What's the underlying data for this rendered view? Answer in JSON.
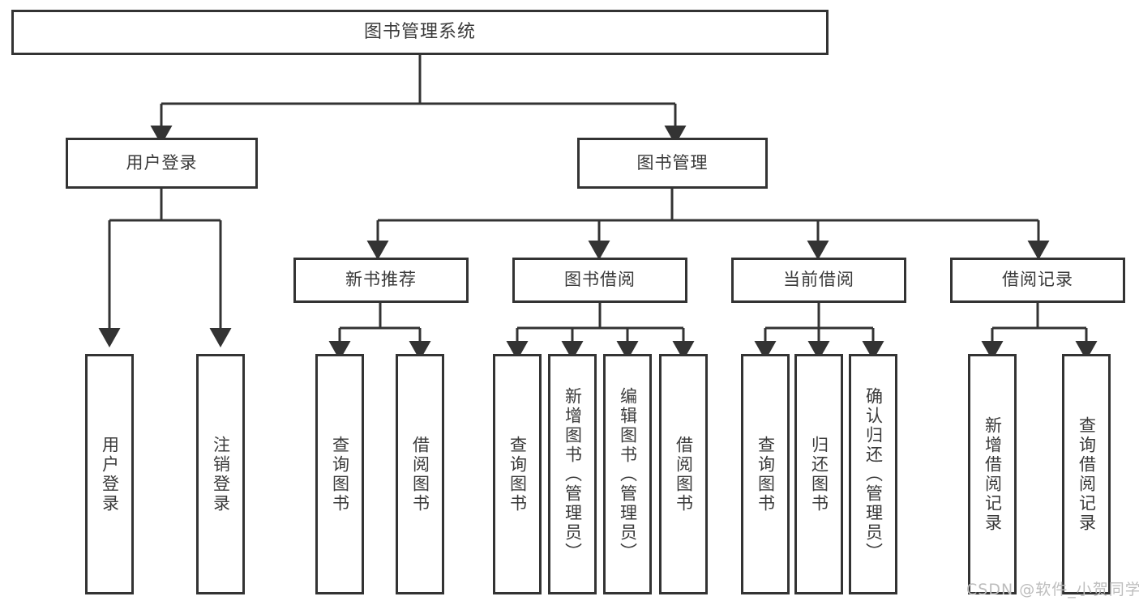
{
  "diagram": {
    "title": "图书管理系统",
    "type": "hierarchy-tree",
    "orientation": "top-down",
    "colors": {
      "box_border": "#333333",
      "box_fill": "#ffffff",
      "text": "#3a3a3a",
      "connector": "#333333",
      "watermark": "#bdbdbd",
      "background": "#ffffff"
    }
  },
  "nodes": {
    "root": {
      "label": "图书管理系统",
      "level": 0
    },
    "level1": [
      {
        "id": "user-login",
        "label": "用户登录"
      },
      {
        "id": "book-management",
        "label": "图书管理"
      }
    ],
    "level2": [
      {
        "id": "new-book-recommend",
        "label": "新书推荐",
        "parent": "book-management"
      },
      {
        "id": "book-borrow",
        "label": "图书借阅",
        "parent": "book-management"
      },
      {
        "id": "current-borrow",
        "label": "当前借阅",
        "parent": "book-management"
      },
      {
        "id": "borrow-record",
        "label": "借阅记录",
        "parent": "book-management"
      }
    ],
    "leaves": {
      "user-login": [
        {
          "id": "leaf-user-login",
          "label": "用户登录"
        },
        {
          "id": "leaf-logout-login",
          "label": "注销登录"
        }
      ],
      "new-book-recommend": [
        {
          "id": "leaf-query-book-1",
          "label": "查询图书"
        },
        {
          "id": "leaf-borrow-book-1",
          "label": "借阅图书"
        }
      ],
      "book-borrow": [
        {
          "id": "leaf-query-book-2",
          "label": "查询图书"
        },
        {
          "id": "leaf-add-book",
          "label": "新增图书（管理员）"
        },
        {
          "id": "leaf-edit-book",
          "label": "编辑图书（管理员）"
        },
        {
          "id": "leaf-borrow-book-2",
          "label": "借阅图书"
        }
      ],
      "current-borrow": [
        {
          "id": "leaf-query-book-3",
          "label": "查询图书"
        },
        {
          "id": "leaf-return-book",
          "label": "归还图书"
        },
        {
          "id": "leaf-confirm-return",
          "label": "确认归还（管理员）"
        }
      ],
      "borrow-record": [
        {
          "id": "leaf-add-record",
          "label": "新增借阅记录"
        },
        {
          "id": "leaf-query-record",
          "label": "查询借阅记录"
        }
      ]
    }
  },
  "watermark": {
    "text": "CSDN @软件_小贺同学"
  }
}
